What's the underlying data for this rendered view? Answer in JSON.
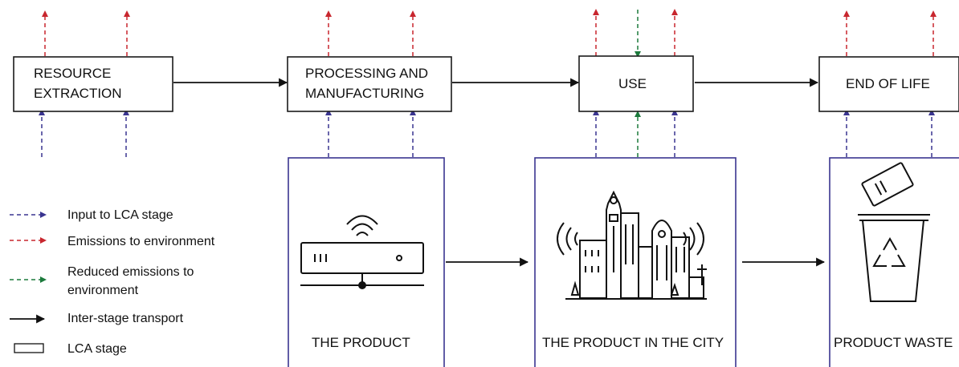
{
  "stages": [
    {
      "id": "resource-extraction",
      "lines": [
        "RESOURCE",
        "EXTRACTION"
      ]
    },
    {
      "id": "processing-manufacturing",
      "lines": [
        "PROCESSING AND",
        "MANUFACTURING"
      ]
    },
    {
      "id": "use",
      "lines": [
        "USE"
      ]
    },
    {
      "id": "end-of-life",
      "lines": [
        "END OF LIFE"
      ]
    }
  ],
  "panels": [
    {
      "id": "product",
      "label": "THE PRODUCT",
      "icon": "router-icon"
    },
    {
      "id": "product-city",
      "label": "THE PRODUCT IN THE CITY",
      "icon": "city-icon"
    },
    {
      "id": "product-waste",
      "label": "PRODUCT WASTE",
      "icon": "recycle-bin-icon"
    }
  ],
  "legend": {
    "items": [
      {
        "id": "input",
        "lines": [
          "Input to LCA stage"
        ],
        "symbol": "blue-dashed-arrow"
      },
      {
        "id": "emissions",
        "lines": [
          "Emissions to environment"
        ],
        "symbol": "red-dashed-arrow"
      },
      {
        "id": "reduced",
        "lines": [
          "Reduced emissions to",
          "environment"
        ],
        "symbol": "green-dashed-arrow"
      },
      {
        "id": "transport",
        "lines": [
          "Inter-stage transport"
        ],
        "symbol": "black-solid-arrow"
      },
      {
        "id": "stage",
        "lines": [
          "LCA stage"
        ],
        "symbol": "rectangle"
      }
    ]
  },
  "colors": {
    "input": "#3a3590",
    "emissions": "#c8262e",
    "reduced": "#1c7a3c",
    "transport": "#111111",
    "panel_border": "#3a3590"
  }
}
